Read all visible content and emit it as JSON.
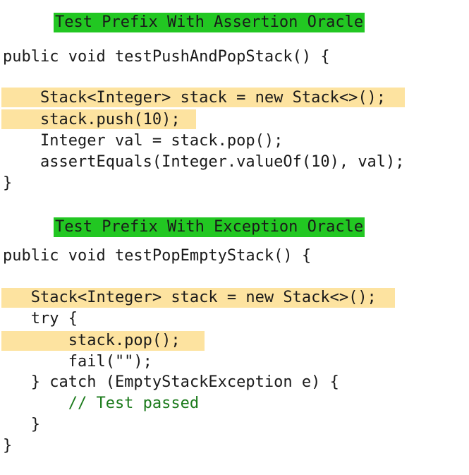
{
  "colors": {
    "label_bg": "#22c722",
    "highlight": "#fde3a0",
    "comment": "#1b7a1b"
  },
  "example1": {
    "title": "Test Prefix With Assertion Oracle",
    "lines": [
      "public void testPushAndPopStack() {",
      "",
      "    Stack<Integer> stack = new Stack<>();",
      "    stack.push(10);",
      "    Integer val = stack.pop();",
      "    assertEquals(Integer.valueOf(10), val);",
      "}"
    ]
  },
  "example2": {
    "title": "Test Prefix With Exception Oracle",
    "lines": [
      "public void testPopEmptyStack() {",
      "",
      "   Stack<Integer> stack = new Stack<>();",
      "   try {",
      "       stack.pop();",
      "       fail(\"\");",
      "   } catch (EmptyStackException e) {",
      "       // Test passed",
      "   }",
      "}"
    ]
  }
}
